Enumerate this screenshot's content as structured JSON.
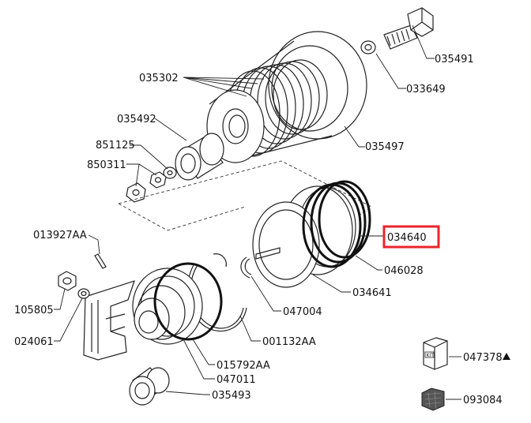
{
  "parts": {
    "p035302": "035302",
    "p035491": "035491",
    "p033649": "033649",
    "p035492": "035492",
    "p851125": "851125",
    "p850311": "850311",
    "p035497": "035497",
    "p013927AA": "013927AA",
    "p034640": "034640",
    "p046028": "046028",
    "p034641": "034641",
    "p105805": "105805",
    "p047004": "047004",
    "p024061": "024061",
    "p001132AA": "001132AA",
    "p015792AA": "015792AA",
    "p047011": "047011",
    "p047378": "047378",
    "p035493": "035493",
    "p093084": "093084"
  },
  "kit_box_text": "KIT",
  "highlight": {
    "part": "034640",
    "color": "#e8262b"
  }
}
